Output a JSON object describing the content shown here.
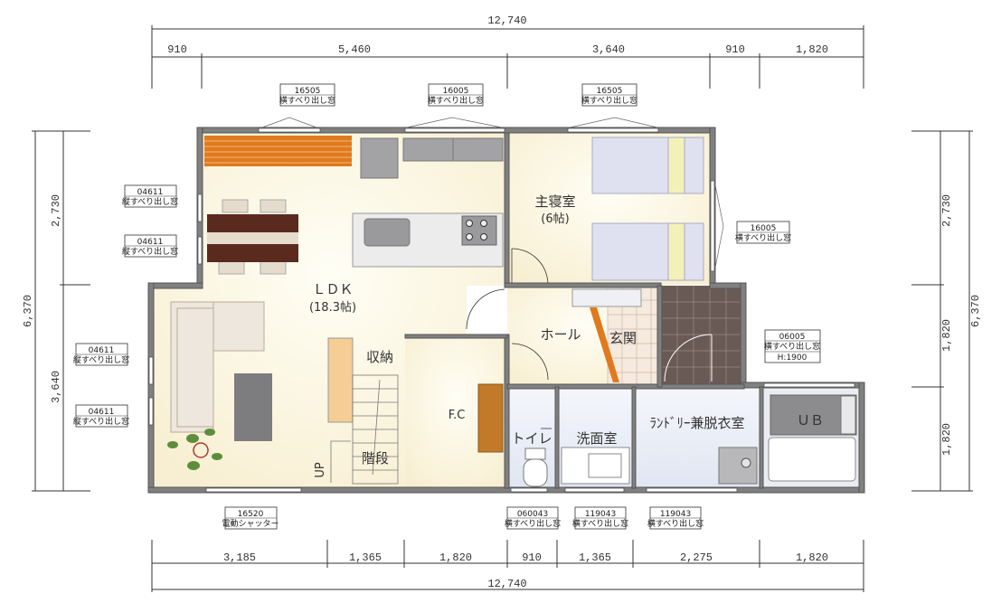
{
  "dimensions": {
    "top_total": "12,740",
    "top": [
      "910",
      "5,460",
      "3,640",
      "910",
      "1,820"
    ],
    "bottom_total": "12,740",
    "bottom": [
      "3,185",
      "1,365",
      "1,820",
      "910",
      "1,365",
      "2,275",
      "1,820"
    ],
    "left_total": "6,370",
    "left": [
      "2,730",
      "3,640"
    ],
    "right_total": "6,370",
    "right": [
      "2,730",
      "1,820",
      "1,820"
    ]
  },
  "rooms": {
    "ldk": "ＬＤＫ",
    "ldk_area": "(18.3帖)",
    "master": "主寝室",
    "master_area": "(6帖)",
    "hall": "ホール",
    "entrance": "玄関",
    "storage": "収納",
    "stairs": "階段",
    "fc": "F.C",
    "toilet": "トイレ",
    "washroom": "洗面室",
    "laundry": "ﾗﾝﾄﾞﾘｰ兼脱衣室",
    "ub": "ＵＢ",
    "up": "UP"
  },
  "windows": [
    {
      "code": "16505",
      "type": "横すべり出し窓"
    },
    {
      "code": "16005",
      "type": "横すべり出し窓"
    },
    {
      "code": "16505",
      "type": "横すべり出し窓"
    },
    {
      "code": "04611",
      "type": "縦すべり出し窓"
    },
    {
      "code": "04611",
      "type": "縦すべり出し窓"
    },
    {
      "code": "16005",
      "type": "横すべり出し窓"
    },
    {
      "code": "04611",
      "type": "縦すべり出し窓"
    },
    {
      "code": "04611",
      "type": "縦すべり出し窓"
    },
    {
      "code": "06005",
      "type": "横すべり出し窓",
      "extra": "H:1900"
    },
    {
      "code": "16520",
      "type": "電動シャッター"
    },
    {
      "code": "060043",
      "type": "横すべり出し窓"
    },
    {
      "code": "119043",
      "type": "横すべり出し窓"
    },
    {
      "code": "119043",
      "type": "横すべり出し窓"
    }
  ],
  "colors": {
    "ldk_floor": "#fdf8e6",
    "wet_floor": "#e8eef8",
    "wall": "#808080",
    "deck": "#e07a1e",
    "entrance_tile": "#6a5a55",
    "bed": "#dfe1f0",
    "furniture_dark": "#5b2a1e"
  }
}
